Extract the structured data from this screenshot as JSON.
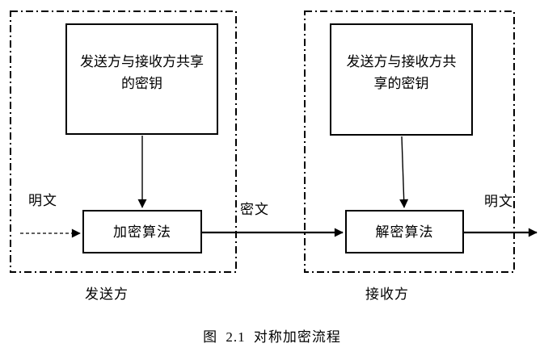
{
  "figure": {
    "caption": "图 2.1 对称加密流程",
    "labels": {
      "plaintext_in": "明文",
      "ciphertext": "密文",
      "plaintext_out": "明文",
      "sender": "发送方",
      "receiver": "接收方"
    },
    "sender_group": {
      "key_box_line1": "发送方与接收方共享",
      "key_box_line2": "的密钥",
      "algorithm": "加密算法"
    },
    "receiver_group": {
      "key_box_line1": "发送方与接收方共",
      "key_box_line2": "享的密钥",
      "algorithm": "解密算法"
    },
    "colors": {
      "stroke": "#000000",
      "background": "#ffffff"
    }
  }
}
